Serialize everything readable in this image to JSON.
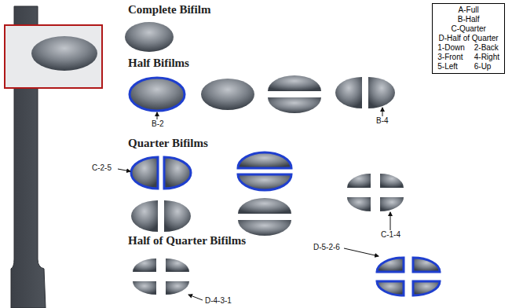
{
  "diagram": {
    "nodes": [
      {
        "text": [
          "A-Full",
          "B-Half",
          "C-Quarter",
          "D-Half of Quarter",
          "1-Down",
          "2-Back",
          "3-Front",
          "4-Right",
          "5-Left",
          "6-Up"
        ]
      }
    ],
    "labels": [
      "Complete Bifilm",
      "Half Bifilms",
      "B-2",
      "B-4",
      "Quarter Bifilms",
      "C-2-5",
      "C-1-4",
      "Half of Quarter Bifilms",
      "D-5-2-6",
      "D-4-3-1"
    ]
  }
}
